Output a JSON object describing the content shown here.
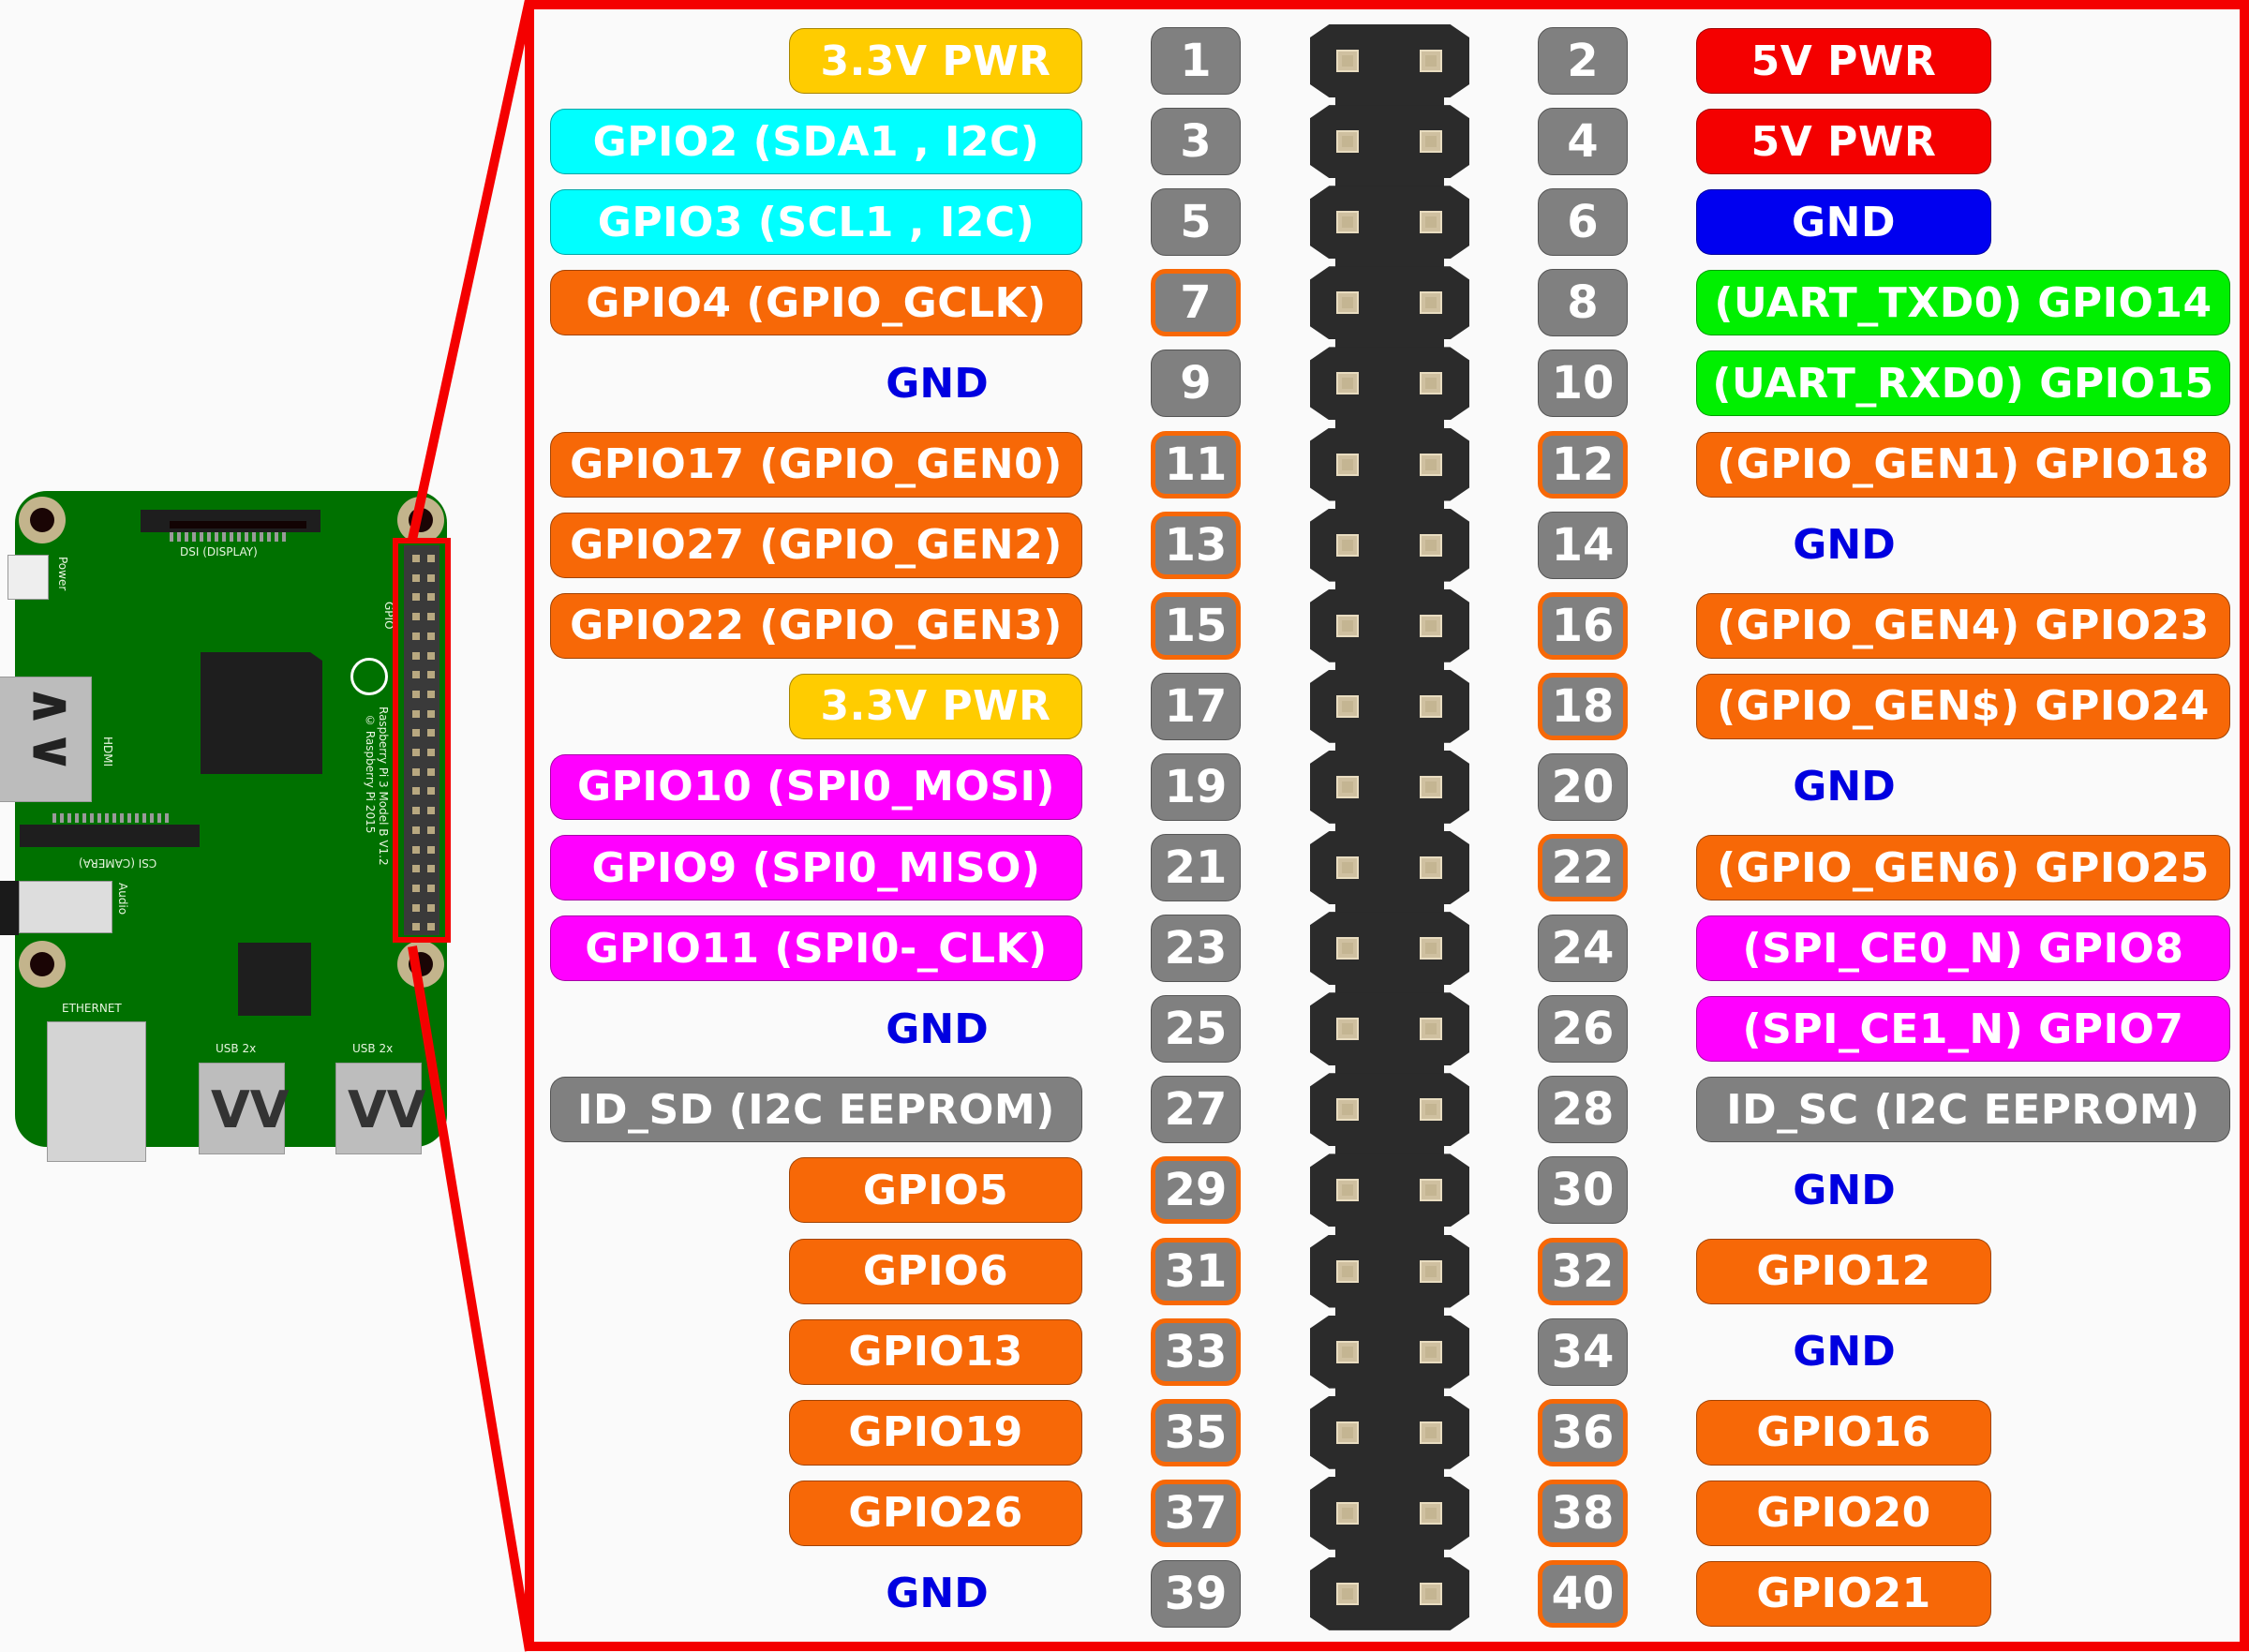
{
  "board": {
    "model_text": "Raspberry Pi 3 Model B V1.2",
    "copyright_text": "© Raspberry Pi 2015",
    "labels": {
      "dsi": "DSI (DISPLAY)",
      "csi": "CSI (CAMERA)",
      "power": "Power",
      "hdmi": "HDMI",
      "audio": "Audio",
      "ethernet": "ETHERNET",
      "usb1": "USB 2x",
      "usb2": "USB 2x",
      "gpio": "GPIO"
    }
  },
  "colors": {
    "power33": "#ffcc00",
    "power5": "#f40000",
    "gnd": "#0000f0",
    "i2c": "#00ffff",
    "uart": "#00f000",
    "gpio": "#f76807",
    "spi": "#ff00ff",
    "eeprom": "#808080",
    "gnd_text": "#0000e0",
    "frame": "#f40000"
  },
  "pins_left": [
    {
      "pin": "1",
      "label": "3.3V PWR",
      "type": "power33",
      "size": "short",
      "gpio_ring": false
    },
    {
      "pin": "3",
      "label": "GPIO2 (SDA1 , I2C)",
      "type": "i2c",
      "size": "long",
      "gpio_ring": false
    },
    {
      "pin": "5",
      "label": "GPIO3 (SCL1 , I2C)",
      "type": "i2c",
      "size": "long",
      "gpio_ring": false
    },
    {
      "pin": "7",
      "label": "GPIO4 (GPIO_GCLK)",
      "type": "gpio",
      "size": "long",
      "gpio_ring": true
    },
    {
      "pin": "9",
      "label": "GND",
      "type": "gndtext",
      "size": "short",
      "gpio_ring": false
    },
    {
      "pin": "11",
      "label": "GPIO17 (GPIO_GEN0)",
      "type": "gpio",
      "size": "long",
      "gpio_ring": true
    },
    {
      "pin": "13",
      "label": "GPIO27 (GPIO_GEN2)",
      "type": "gpio",
      "size": "long",
      "gpio_ring": true
    },
    {
      "pin": "15",
      "label": "GPIO22 (GPIO_GEN3)",
      "type": "gpio",
      "size": "long",
      "gpio_ring": true
    },
    {
      "pin": "17",
      "label": "3.3V PWR",
      "type": "power33",
      "size": "short",
      "gpio_ring": false
    },
    {
      "pin": "19",
      "label": "GPIO10 (SPI0_MOSI)",
      "type": "spi",
      "size": "long",
      "gpio_ring": false
    },
    {
      "pin": "21",
      "label": "GPIO9 (SPI0_MISO)",
      "type": "spi",
      "size": "long",
      "gpio_ring": false
    },
    {
      "pin": "23",
      "label": "GPIO11 (SPI0-_CLK)",
      "type": "spi",
      "size": "long",
      "gpio_ring": false
    },
    {
      "pin": "25",
      "label": "GND",
      "type": "gndtext",
      "size": "short",
      "gpio_ring": false
    },
    {
      "pin": "27",
      "label": "ID_SD (I2C EEPROM)",
      "type": "eeprom",
      "size": "long",
      "gpio_ring": false
    },
    {
      "pin": "29",
      "label": "GPIO5",
      "type": "gpio",
      "size": "short",
      "gpio_ring": true
    },
    {
      "pin": "31",
      "label": "GPIO6",
      "type": "gpio",
      "size": "short",
      "gpio_ring": true
    },
    {
      "pin": "33",
      "label": "GPIO13",
      "type": "gpio",
      "size": "short",
      "gpio_ring": true
    },
    {
      "pin": "35",
      "label": "GPIO19",
      "type": "gpio",
      "size": "short",
      "gpio_ring": true
    },
    {
      "pin": "37",
      "label": "GPIO26",
      "type": "gpio",
      "size": "short",
      "gpio_ring": true
    },
    {
      "pin": "39",
      "label": "GND",
      "type": "gndtext",
      "size": "short",
      "gpio_ring": false
    }
  ],
  "pins_right": [
    {
      "pin": "2",
      "label": "5V PWR",
      "type": "power5",
      "size": "short",
      "gpio_ring": false
    },
    {
      "pin": "4",
      "label": "5V PWR",
      "type": "power5",
      "size": "short",
      "gpio_ring": false
    },
    {
      "pin": "6",
      "label": "GND",
      "type": "gnd",
      "size": "short",
      "gpio_ring": false
    },
    {
      "pin": "8",
      "label": "(UART_TXD0) GPIO14",
      "type": "uart",
      "size": "long",
      "gpio_ring": false
    },
    {
      "pin": "10",
      "label": "(UART_RXD0) GPIO15",
      "type": "uart",
      "size": "long",
      "gpio_ring": false
    },
    {
      "pin": "12",
      "label": "(GPIO_GEN1) GPIO18",
      "type": "gpio",
      "size": "long",
      "gpio_ring": true
    },
    {
      "pin": "14",
      "label": "GND",
      "type": "gndtext",
      "size": "short",
      "gpio_ring": false
    },
    {
      "pin": "16",
      "label": "(GPIO_GEN4) GPIO23",
      "type": "gpio",
      "size": "long",
      "gpio_ring": true
    },
    {
      "pin": "18",
      "label": "(GPIO_GEN$) GPIO24",
      "type": "gpio",
      "size": "long",
      "gpio_ring": true
    },
    {
      "pin": "20",
      "label": "GND",
      "type": "gndtext",
      "size": "short",
      "gpio_ring": false
    },
    {
      "pin": "22",
      "label": "(GPIO_GEN6) GPIO25",
      "type": "gpio",
      "size": "long",
      "gpio_ring": true
    },
    {
      "pin": "24",
      "label": "(SPI_CE0_N) GPIO8",
      "type": "spi",
      "size": "long",
      "gpio_ring": false
    },
    {
      "pin": "26",
      "label": "(SPI_CE1_N) GPIO7",
      "type": "spi",
      "size": "long",
      "gpio_ring": false
    },
    {
      "pin": "28",
      "label": "ID_SC (I2C EEPROM)",
      "type": "eeprom",
      "size": "long",
      "gpio_ring": false
    },
    {
      "pin": "30",
      "label": "GND",
      "type": "gndtext",
      "size": "short",
      "gpio_ring": false
    },
    {
      "pin": "32",
      "label": "GPIO12",
      "type": "gpio",
      "size": "short",
      "gpio_ring": true
    },
    {
      "pin": "34",
      "label": "GND",
      "type": "gndtext",
      "size": "short",
      "gpio_ring": false
    },
    {
      "pin": "36",
      "label": "GPIO16",
      "type": "gpio",
      "size": "short",
      "gpio_ring": true
    },
    {
      "pin": "38",
      "label": "GPIO20",
      "type": "gpio",
      "size": "short",
      "gpio_ring": true
    },
    {
      "pin": "40",
      "label": "GPIO21",
      "type": "gpio",
      "size": "short",
      "gpio_ring": true
    }
  ]
}
